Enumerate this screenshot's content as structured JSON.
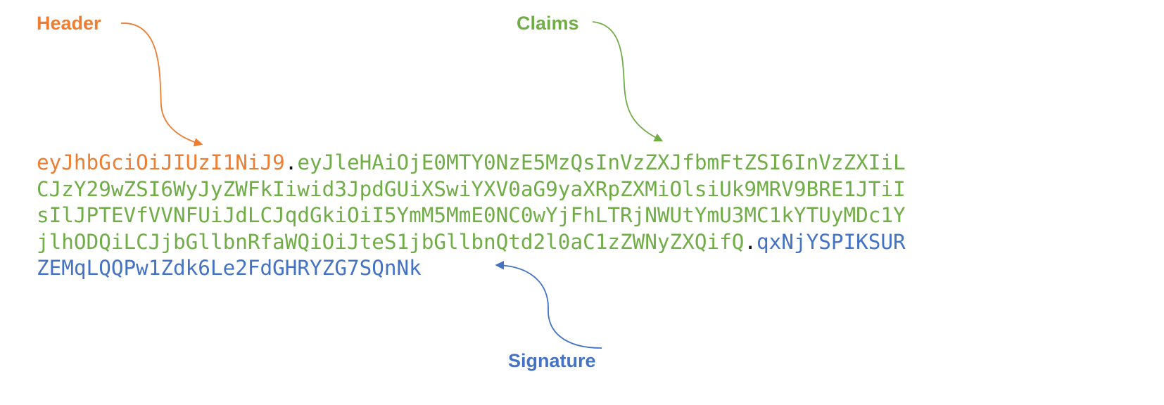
{
  "colors": {
    "header": "#ED7D31",
    "claims": "#70AD47",
    "signature": "#4472C4",
    "separator": "#111111"
  },
  "labels": {
    "header": "Header",
    "claims": "Claims",
    "signature": "Signature"
  },
  "token": {
    "separator": ".",
    "lines": [
      [
        {
          "part": "header",
          "text": "eyJhbGciOiJIUzI1NiJ9"
        },
        {
          "part": "separator",
          "text": "."
        },
        {
          "part": "claims",
          "text": "eyJleHAiOjE0MTY0NzE5MzQsInVzZXJfbmFtZSI6InVzZXIiL"
        }
      ],
      [
        {
          "part": "claims",
          "text": "CJzY29wZSI6WyJyZWFkIiwid3JpdGUiXSwiYXV0aG9yaXRpZXMiOlsiUk9MRV9BRE1JTiI"
        }
      ],
      [
        {
          "part": "claims",
          "text": "sIlJPTEVfVVNFUiJdLCJqdGkiOiI5YmM5MmE0NC0wYjFhLTRjNWUtYmU3MC1kYTUyMDc1Y"
        }
      ],
      [
        {
          "part": "claims",
          "text": "jlhODQiLCJjbGllbnRfaWQiOiJteS1jbGllbnQtd2l0aC1zZWNyZXQifQ"
        },
        {
          "part": "separator",
          "text": "."
        },
        {
          "part": "signature",
          "text": "qxNjYSPIKSUR"
        }
      ],
      [
        {
          "part": "signature",
          "text": "ZEMqLQQPw1Zdk6Le2FdGHRYZG7SQnNk"
        }
      ]
    ]
  }
}
